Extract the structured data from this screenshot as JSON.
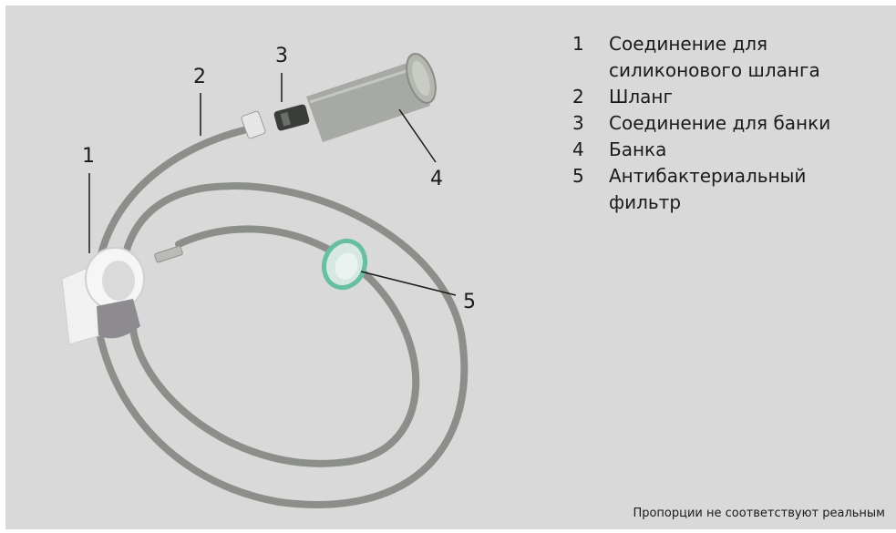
{
  "callouts": [
    {
      "num": "1"
    },
    {
      "num": "2"
    },
    {
      "num": "3"
    },
    {
      "num": "4"
    },
    {
      "num": "5"
    }
  ],
  "legend": [
    {
      "num": "1",
      "text": "Соединение для силиконового шланга"
    },
    {
      "num": "2",
      "text": "Шланг"
    },
    {
      "num": "3",
      "text": "Соединение для банки"
    },
    {
      "num": "4",
      "text": "Банка"
    },
    {
      "num": "5",
      "text": "Антибактериальный фильтр"
    }
  ],
  "footnote": "Пропорции не соответствуют реальным",
  "colors": {
    "background": "#d9d9d9",
    "tube": "#8c8f89",
    "filter_ring": "#66bfa1",
    "jar": "#9ea09a"
  }
}
